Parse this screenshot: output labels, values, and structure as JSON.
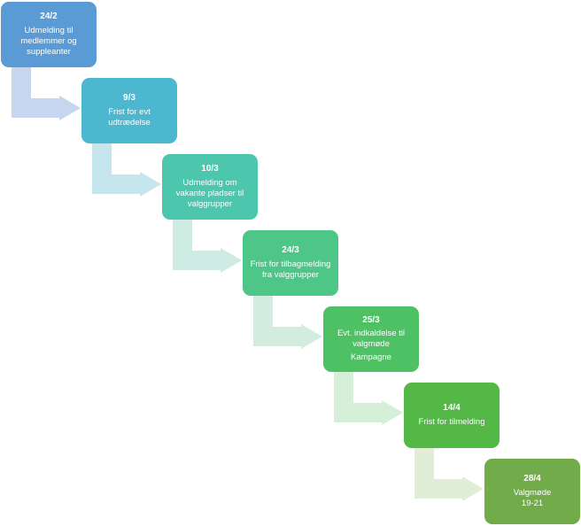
{
  "steps": [
    {
      "date": "24/2",
      "text": [
        "Udmelding til",
        "medlemmer og",
        "suppleanter"
      ],
      "extra": "",
      "color": "#5b9bd5",
      "arrow_color": "#c5d6ee"
    },
    {
      "date": "9/3",
      "text": [
        "Frist for evt",
        "udtrædelse"
      ],
      "extra": "",
      "color": "#4bb8cf",
      "arrow_color": "#c6e6ee"
    },
    {
      "date": "10/3",
      "text": [
        "Udmelding om",
        "vakante pladser til",
        "valggrupper"
      ],
      "extra": "",
      "color": "#4cc6ad",
      "arrow_color": "#cdebe3"
    },
    {
      "date": "24/3",
      "text": [
        "Frist for tilbagmelding",
        "fra valggrupper"
      ],
      "extra": "",
      "color": "#4dc688",
      "arrow_color": "#d2ede0"
    },
    {
      "date": "25/3",
      "text": [
        "Evt. indkaldelse til",
        "valgmøde"
      ],
      "extra": "Kampagne",
      "color": "#4ec165",
      "arrow_color": "#d6efd9"
    },
    {
      "date": "14/4",
      "text": [
        "Frist for tilmelding"
      ],
      "extra": "",
      "color": "#53b845",
      "arrow_color": "#e0eed8"
    },
    {
      "date": "28/4",
      "text": [
        "Valgmøde",
        "19-21"
      ],
      "extra": "",
      "color": "#72ab4a"
    }
  ]
}
